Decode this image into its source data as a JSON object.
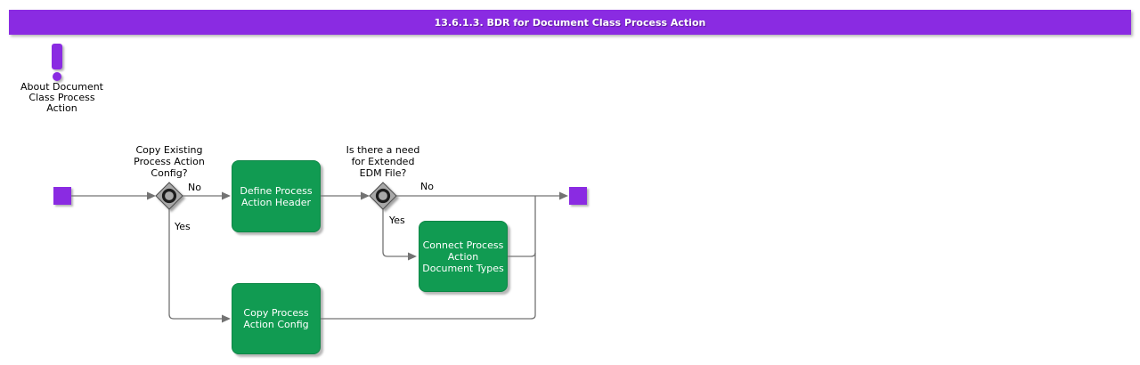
{
  "title_bar": {
    "text": "13.6.1.3. BDR for Document Class Process Action",
    "bg_color": "#8A2BE2",
    "text_color": "#FFFFFF"
  },
  "note": {
    "label": "About Document\nClass Process\nAction",
    "icon": "exclamation-icon",
    "icon_color": "#8A2BE2"
  },
  "flowchart": {
    "start_node": "start",
    "end_node": "end",
    "decisions": [
      {
        "question": "Copy Existing\nProcess Action\nConfig?",
        "no_label": "No",
        "yes_label": "Yes"
      },
      {
        "question": "Is there a need\nfor Extended\nEDM File?",
        "no_label": "No",
        "yes_label": "Yes"
      }
    ],
    "tasks": [
      {
        "label": "Define Process\nAction Header"
      },
      {
        "label": "Connect Process\nAction\nDocument Types"
      },
      {
        "label": "Copy Process\nAction Config"
      }
    ],
    "colors": {
      "task_fill": "#119B52",
      "node_fill": "#8A2BE2",
      "decision_fill": "#A8A8A8",
      "line": "#737373"
    }
  }
}
